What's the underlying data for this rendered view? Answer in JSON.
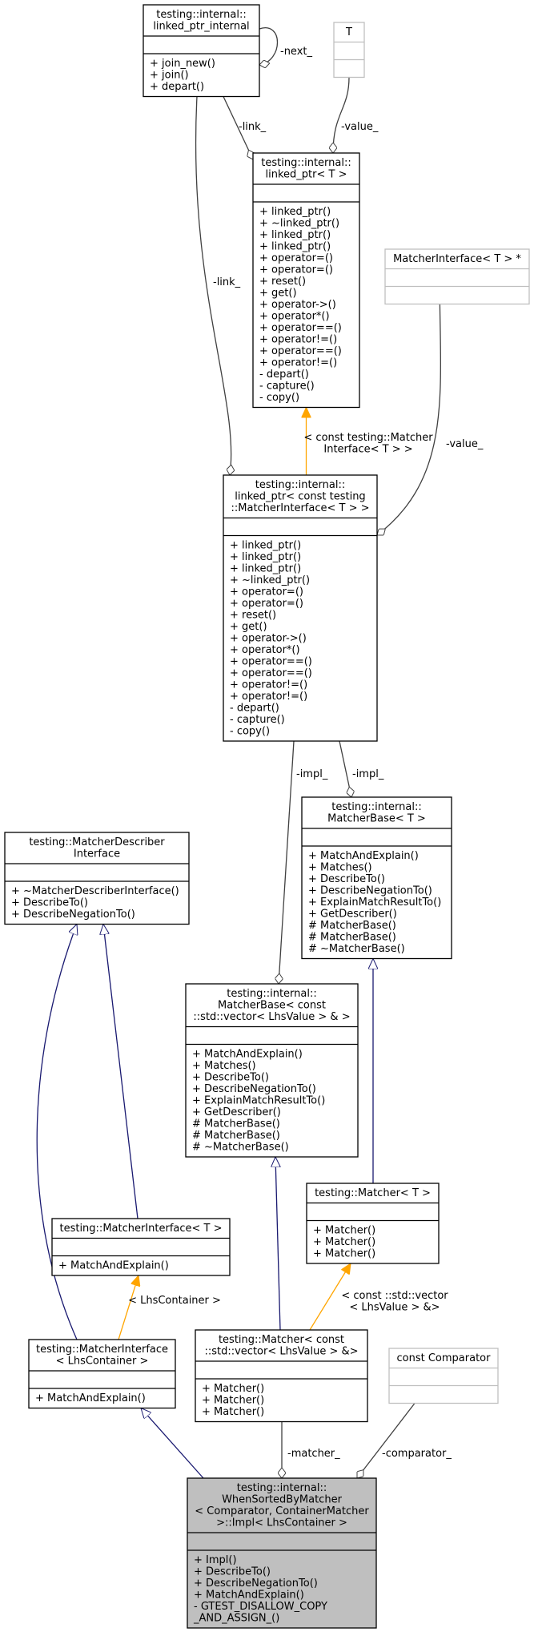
{
  "diagram": {
    "classes": [
      {
        "id": "linked_ptr_internal",
        "title": [
          "testing::internal::",
          "linked_ptr_internal"
        ],
        "gray": false,
        "highlight": false,
        "attributes": [],
        "methods": [
          "+ join_new()",
          "+ join()",
          "+ depart()"
        ]
      },
      {
        "id": "T",
        "title": [
          "T"
        ],
        "gray": true,
        "highlight": false,
        "attributes": [],
        "methods": []
      },
      {
        "id": "linked_ptr_T",
        "title": [
          "testing::internal::",
          "linked_ptr< T >"
        ],
        "gray": false,
        "highlight": false,
        "attributes": [],
        "methods": [
          "+ linked_ptr()",
          "+ ~linked_ptr()",
          "+ linked_ptr()",
          "+ linked_ptr()",
          "+ operator=()",
          "+ operator=()",
          "+ reset()",
          "+ get()",
          "+ operator->()",
          "+ operator*()",
          "+ operator==()",
          "+ operator!=()",
          "+ operator==()",
          "+ operator!=()",
          "- depart()",
          "- capture()",
          "- copy()"
        ]
      },
      {
        "id": "MatcherInterfacePtr",
        "title": [
          "MatcherInterface< T > *"
        ],
        "gray": true,
        "highlight": false,
        "attributes": [],
        "methods": []
      },
      {
        "id": "linked_ptr_MI",
        "title": [
          "testing::internal::",
          "linked_ptr< const testing",
          "::MatcherInterface< T > >"
        ],
        "gray": false,
        "highlight": false,
        "attributes": [],
        "methods": [
          "+ linked_ptr()",
          "+ linked_ptr()",
          "+ linked_ptr()",
          "+ ~linked_ptr()",
          "+ operator=()",
          "+ operator=()",
          "+ reset()",
          "+ get()",
          "+ operator->()",
          "+ operator*()",
          "+ operator==()",
          "+ operator==()",
          "+ operator!=()",
          "+ operator!=()",
          "- depart()",
          "- capture()",
          "- copy()"
        ]
      },
      {
        "id": "MatcherDescriberInterface",
        "title": [
          "testing::MatcherDescriber",
          "Interface"
        ],
        "gray": false,
        "highlight": false,
        "attributes": [],
        "methods": [
          "+ ~MatcherDescriberInterface()",
          "+ DescribeTo()",
          "+ DescribeNegationTo()"
        ]
      },
      {
        "id": "MatcherBase_T",
        "title": [
          "testing::internal::",
          "MatcherBase< T >"
        ],
        "gray": false,
        "highlight": false,
        "attributes": [],
        "methods": [
          "+ MatchAndExplain()",
          "+ Matches()",
          "+ DescribeTo()",
          "+ DescribeNegationTo()",
          "+ ExplainMatchResultTo()",
          "+ GetDescriber()",
          "# MatcherBase()",
          "# MatcherBase()",
          "# ~MatcherBase()"
        ]
      },
      {
        "id": "MatcherBase_vec",
        "title": [
          "testing::internal::",
          "MatcherBase< const",
          "::std::vector< LhsValue > & >"
        ],
        "gray": false,
        "highlight": false,
        "attributes": [],
        "methods": [
          "+ MatchAndExplain()",
          "+ Matches()",
          "+ DescribeTo()",
          "+ DescribeNegationTo()",
          "+ ExplainMatchResultTo()",
          "+ GetDescriber()",
          "# MatcherBase()",
          "# MatcherBase()",
          "# ~MatcherBase()"
        ]
      },
      {
        "id": "MatcherInterface_T",
        "title": [
          "testing::MatcherInterface< T >"
        ],
        "gray": false,
        "highlight": false,
        "attributes": [],
        "methods": [
          "+ MatchAndExplain()"
        ]
      },
      {
        "id": "Matcher_T",
        "title": [
          "testing::Matcher< T >"
        ],
        "gray": false,
        "highlight": false,
        "attributes": [],
        "methods": [
          "+ Matcher()",
          "+ Matcher()",
          "+ Matcher()"
        ]
      },
      {
        "id": "MatcherInterface_Lhs",
        "title": [
          "testing::MatcherInterface",
          "< LhsContainer >"
        ],
        "gray": false,
        "highlight": false,
        "attributes": [],
        "methods": [
          "+ MatchAndExplain()"
        ]
      },
      {
        "id": "Matcher_vec",
        "title": [
          "testing::Matcher< const",
          "::std::vector< LhsValue > &>"
        ],
        "gray": false,
        "highlight": false,
        "attributes": [],
        "methods": [
          "+ Matcher()",
          "+ Matcher()",
          "+ Matcher()"
        ]
      },
      {
        "id": "ConstComparator",
        "title": [
          "const Comparator"
        ],
        "gray": true,
        "highlight": false,
        "attributes": [],
        "methods": []
      },
      {
        "id": "Impl",
        "title": [
          "testing::internal::",
          "WhenSortedByMatcher",
          "< Comparator, ContainerMatcher",
          " >::Impl< LhsContainer >"
        ],
        "gray": false,
        "highlight": true,
        "attributes": [],
        "methods": [
          "+ Impl()",
          "+ DescribeTo()",
          "+ DescribeNegationTo()",
          "+ MatchAndExplain()",
          "- GTEST_DISALLOW_COPY",
          "_AND_ASSIGN_()"
        ]
      }
    ],
    "edge_labels": {
      "next": "-next_",
      "link1": "-link_",
      "value1": "-value_",
      "link2": "-link_",
      "tmpl1": [
        "< const testing::Matcher",
        "Interface< T > >"
      ],
      "value2": "-value_",
      "impl1": "-impl_",
      "impl2": "-impl_",
      "tmpl2": [
        "< LhsContainer >"
      ],
      "tmpl3": [
        "< const ::std::vector",
        "< LhsValue > &>"
      ],
      "matcher": "-matcher_",
      "comparator": "-comparator_"
    },
    "colors": {
      "highlight_fill": "#bfbfbf",
      "gray_stroke": "#bfbfbf",
      "inherit_stroke": "#191970",
      "template_stroke": "#ffa500",
      "assoc_stroke": "#404040"
    }
  }
}
